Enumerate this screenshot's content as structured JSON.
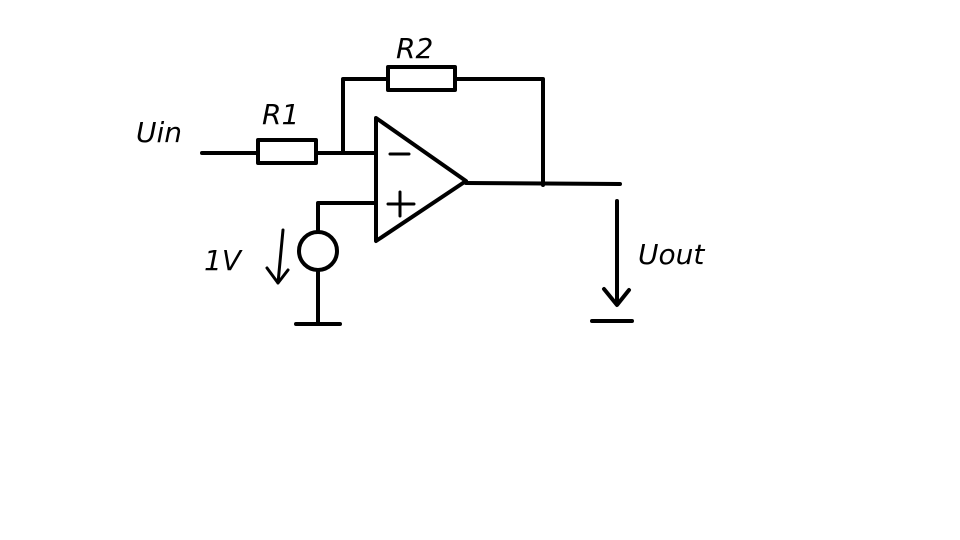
{
  "labels": {
    "u_in": "Uin",
    "r1": "R1",
    "r2": "R2",
    "source": "1V",
    "u_out": "Uout",
    "minus": "−",
    "plus": "+"
  }
}
